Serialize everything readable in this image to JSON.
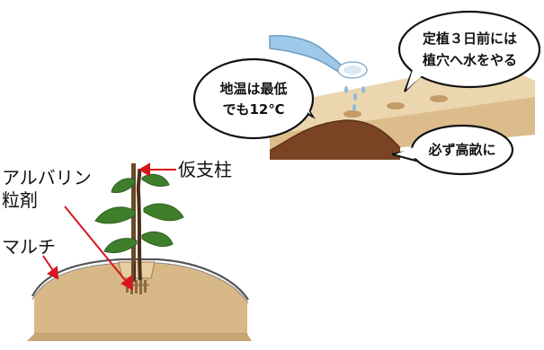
{
  "labels": {
    "support": "仮支柱",
    "pesticide_line1": "アルバリン",
    "pesticide_line2": "粒剤",
    "mulch": "マルチ"
  },
  "callouts": {
    "soil_temp_line1": "地温は最低",
    "soil_temp_line2": "でも12℃",
    "watering_line1": "定植３日前には",
    "watering_line2": "植穴へ水をやる",
    "ridge": "必ず高畝に"
  },
  "colors": {
    "soil_light": "#d9b888",
    "soil_dark": "#a06a3a",
    "mound_brown": "#7a4424",
    "leaf_green": "#3f7f2c",
    "arrow_red": "#d8141e",
    "watering_can_blue": "#9ec9e8"
  }
}
